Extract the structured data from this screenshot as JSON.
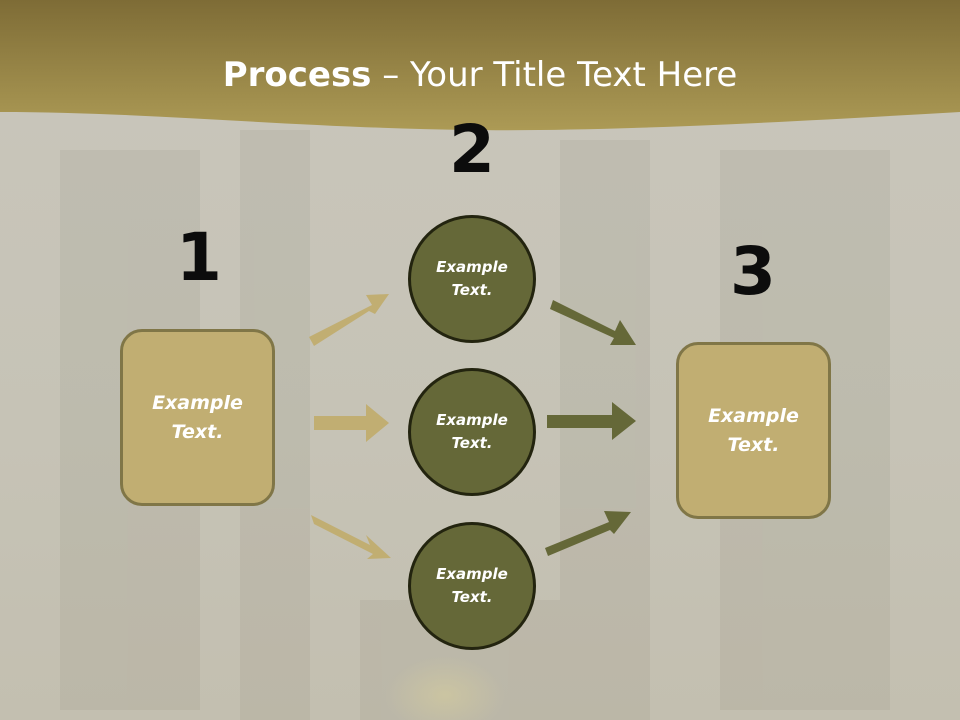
{
  "title": {
    "bold": "Process",
    "rest": " – Your Title Text Here"
  },
  "steps": [
    {
      "number": "1",
      "box": {
        "line1": "Example",
        "line2": "Text."
      }
    },
    {
      "number": "2",
      "circles": [
        {
          "line1": "Example",
          "line2": "Text."
        },
        {
          "line1": "Example",
          "line2": "Text."
        },
        {
          "line1": "Example",
          "line2": "Text."
        }
      ]
    },
    {
      "number": "3",
      "box": {
        "line1": "Example",
        "line2": "Text."
      }
    }
  ],
  "colors": {
    "header_band": "#9a8744",
    "background": "#c7c4b9",
    "box_fill": "#c1ae72",
    "box_border": "#807647",
    "circle_fill": "#656838",
    "circle_border": "#23240f",
    "arrow_light": "#c1ae72",
    "arrow_dark": "#656838"
  }
}
